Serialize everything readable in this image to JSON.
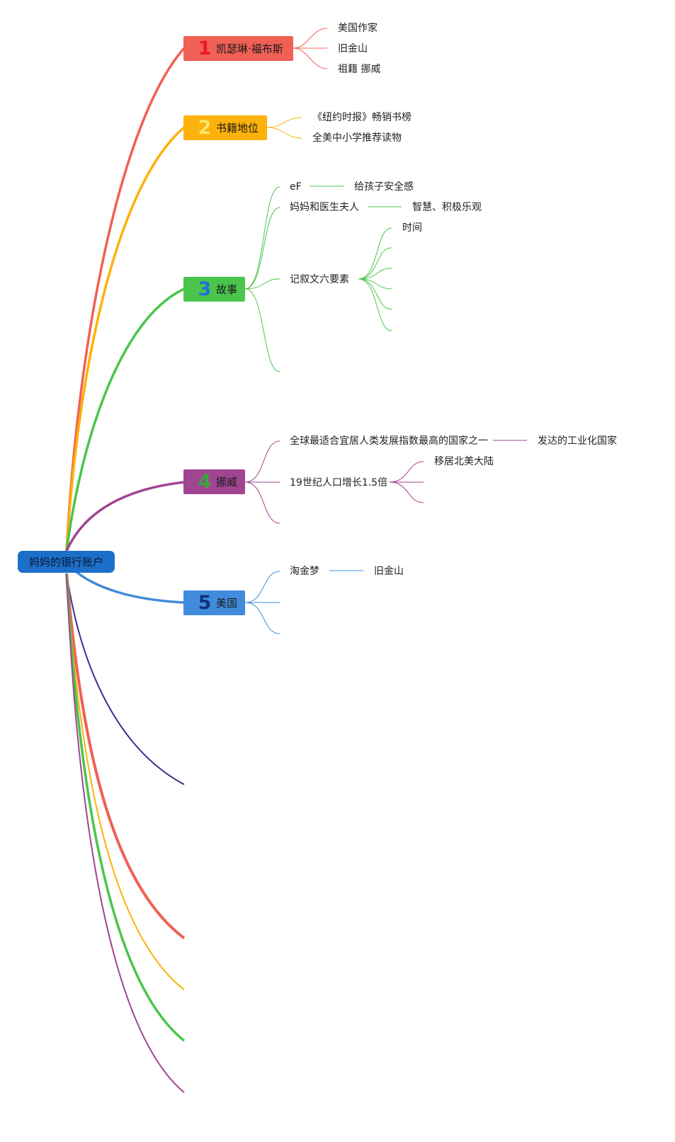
{
  "root": {
    "label": "妈妈的银行账户"
  },
  "topics": [
    {
      "number": "1",
      "label": "凯瑟琳·福布斯",
      "color": "#f06055",
      "number_color": "#e81a2d",
      "children": [
        "美国作家",
        "旧金山",
        "祖籍 挪威"
      ]
    },
    {
      "number": "2",
      "label": "书籍地位",
      "color": "#fdb10b",
      "number_color": "#fde567",
      "children": [
        "《纽约时报》畅销书榜",
        "全美中小学推荐读物"
      ]
    },
    {
      "number": "3",
      "label": "故事",
      "color": "#4bc44c",
      "number_color": "#1f71d6",
      "children": [
        "eF",
        "妈妈和医生夫人",
        "记叙文六要素"
      ],
      "child_targets": [
        "给孩子安全感",
        "智慧、积极乐观"
      ],
      "elements": [
        "时间"
      ]
    },
    {
      "number": "4",
      "label": "挪威",
      "color": "#a04591",
      "number_color": "#38a73a",
      "children": [
        "全球最适合宜居人类发展指数最高的国家之一",
        "19世纪人口增长1.5倍"
      ],
      "child_targets": [
        "发达的工业化国家"
      ],
      "sub": [
        "移居北美大陆"
      ]
    },
    {
      "number": "5",
      "label": "美国",
      "color": "#418bdc",
      "number_color": "#13307c",
      "children": [
        "淘金梦"
      ],
      "child_targets": [
        "旧金山"
      ]
    }
  ],
  "colors": {
    "root": "#1b6fc9",
    "extra_branches": [
      "#3a3191",
      "#f06055",
      "#fdb10b",
      "#4bc44c",
      "#a04591"
    ]
  }
}
